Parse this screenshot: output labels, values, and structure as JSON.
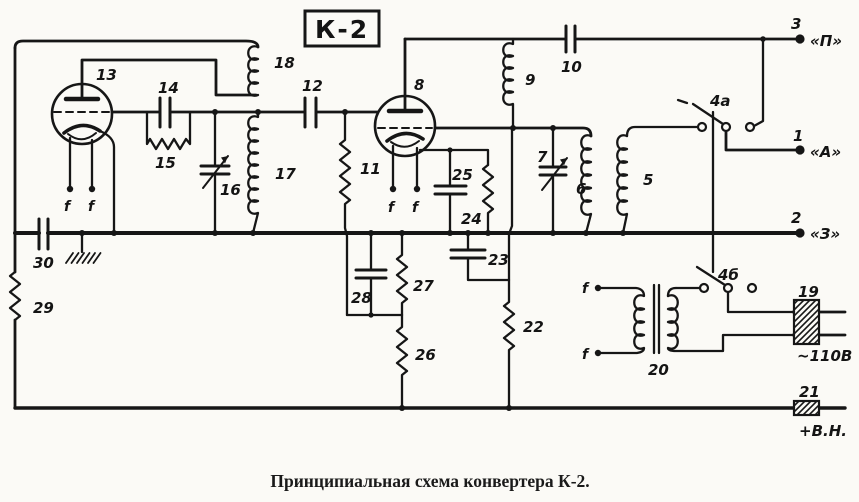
{
  "colors": {
    "ink": "#161616",
    "paper": "#fbfaf6"
  },
  "title_box": {
    "label": "К-2"
  },
  "caption": "Принципиальная схема конвертера К-2.",
  "terminals": {
    "t3": {
      "num": "3",
      "name": "«П»"
    },
    "t1": {
      "num": "1",
      "name": "«А»"
    },
    "t2": {
      "num": "2",
      "name": "«З»"
    }
  },
  "power": {
    "ac": "~110В",
    "bplus": "+В.Н."
  },
  "filament_label": "f",
  "components": {
    "tube1": "13",
    "tube2": "8",
    "c14": "14",
    "r15": "15",
    "c16": "16",
    "l17": "17",
    "l18": "18",
    "c12": "12",
    "r11": "11",
    "l9": "9",
    "c10": "10",
    "c7": "7",
    "l6": "6",
    "l5": "5",
    "c25": "25",
    "r24": "24",
    "c23": "23",
    "r22": "22",
    "c28": "28",
    "r27": "27",
    "r26": "26",
    "r29": "29",
    "c30": "30",
    "sw_a": "4а",
    "sw_b": "4б",
    "t20": "20",
    "plug19": "19",
    "plug21": "21"
  }
}
